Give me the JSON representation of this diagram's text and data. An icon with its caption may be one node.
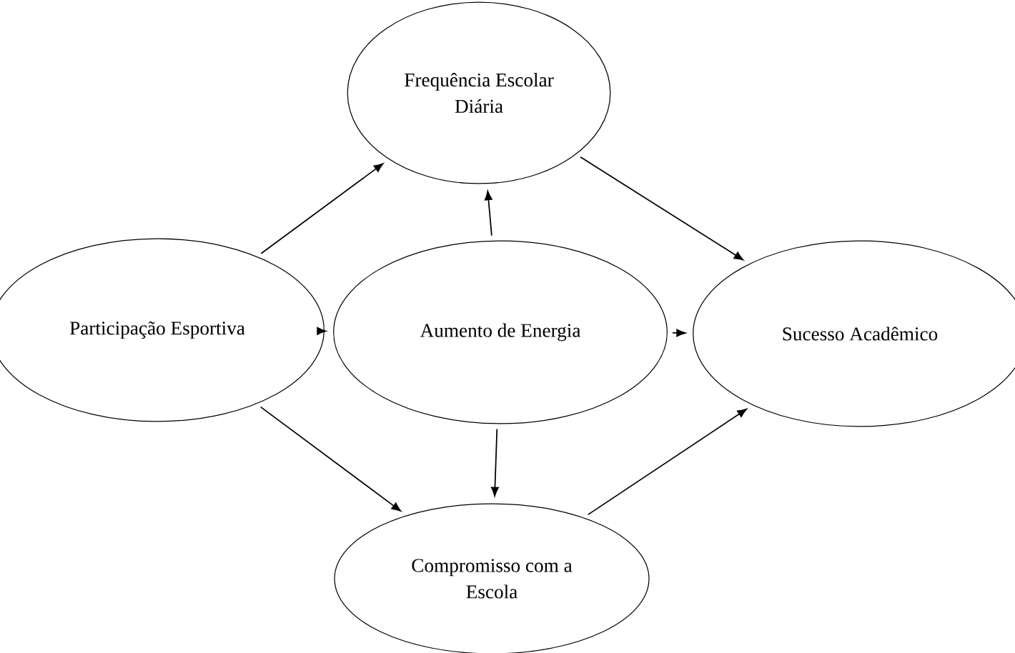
{
  "diagram": {
    "nodes": [
      {
        "text": [
          "Frequência Escolar Diária"
        ]
      },
      {
        "text": [
          "Participação Esportiva"
        ]
      },
      {
        "text": [
          "Aumento de Energia"
        ]
      },
      {
        "text": [
          "Sucesso Acadêmico"
        ]
      },
      {
        "text": [
          "Compromisso com a Escola"
        ]
      }
    ],
    "edges": [
      {
        "from": 1,
        "to": 0,
        "arrow": "to"
      },
      {
        "from": 2,
        "to": 0,
        "arrow": "to"
      },
      {
        "from": 0,
        "to": 3,
        "arrow": "to"
      },
      {
        "from": 1,
        "to": 2,
        "arrow": "to"
      },
      {
        "from": 2,
        "to": 3,
        "arrow": "to"
      },
      {
        "from": 2,
        "to": 4,
        "arrow": "to"
      },
      {
        "from": 1,
        "to": 4,
        "arrow": "to"
      },
      {
        "from": 4,
        "to": 3,
        "arrow": "to"
      }
    ]
  }
}
